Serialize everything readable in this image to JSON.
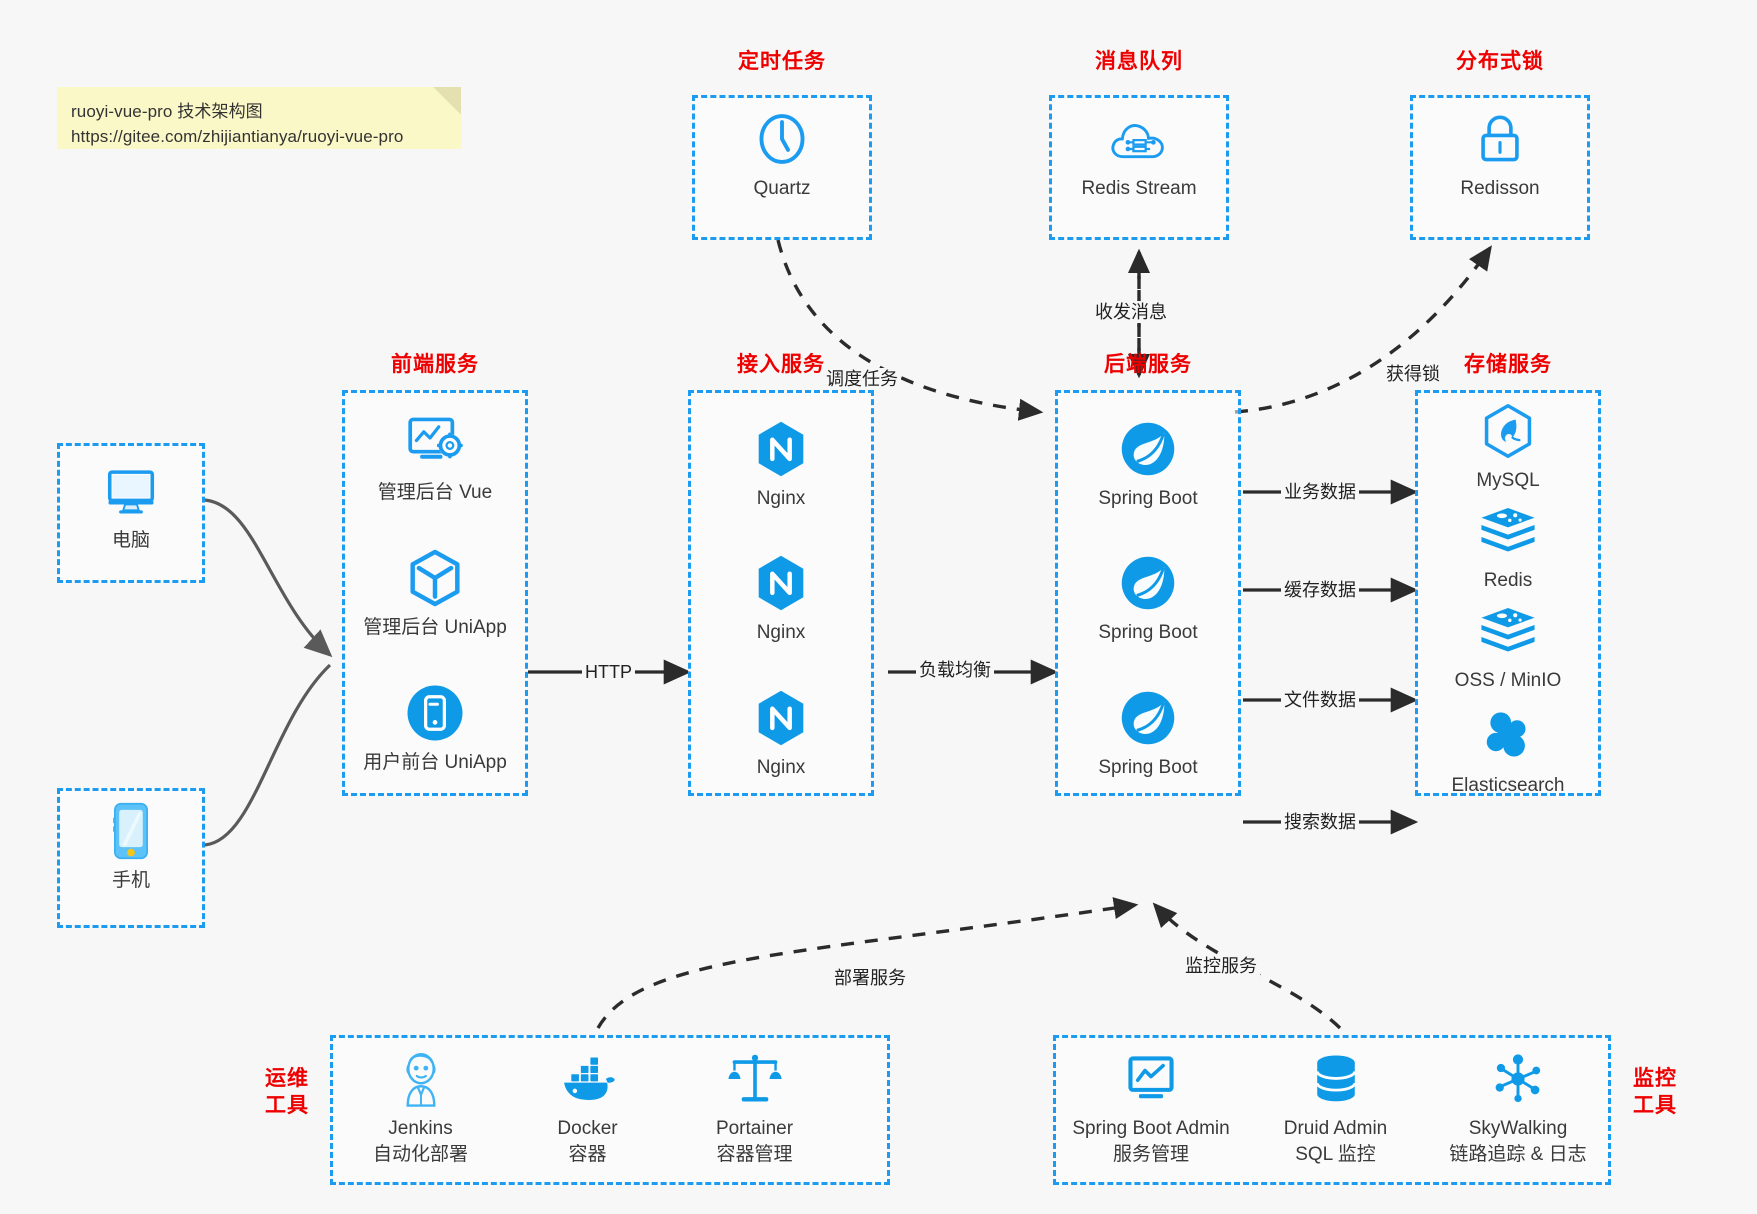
{
  "note": {
    "line1": "ruoyi-vue-pro 技术架构图",
    "line2": "https://gitee.com/zhijiantianya/ruoyi-vue-pro"
  },
  "colors": {
    "accent_blue": "#1b9cf0",
    "caption_red": "#ee0000",
    "background": "#f7f7f7",
    "note_yellow": "#fbf8c8",
    "text_dark": "#3a3a3a",
    "arrow_dark": "#2b2b2b",
    "curve_gray": "#585858"
  },
  "captions": {
    "scheduled_task": "定时任务",
    "message_queue": "消息队列",
    "distributed_lock": "分布式锁",
    "frontend_service": "前端服务",
    "gateway_service": "接入服务",
    "backend_service": "后端服务",
    "storage_service": "存储服务",
    "devops_tools": "运维\n工具",
    "devops_tools_l1": "运维",
    "devops_tools_l2": "工具",
    "monitor_tools_l1": "监控",
    "monitor_tools_l2": "工具"
  },
  "clients": [
    {
      "id": "pc",
      "label": "电脑",
      "icon": "monitor-icon"
    },
    {
      "id": "phone",
      "label": "手机",
      "icon": "smartphone-icon"
    }
  ],
  "top_groups": [
    {
      "id": "scheduled-task",
      "caption": "定时任务",
      "node": {
        "label": "Quartz",
        "icon": "clock-icon"
      }
    },
    {
      "id": "message-queue",
      "caption": "消息队列",
      "node": {
        "label": "Redis Stream",
        "icon": "cloud-stream-icon"
      }
    },
    {
      "id": "distributed-lock",
      "caption": "分布式锁",
      "node": {
        "label": "Redisson",
        "icon": "lock-icon"
      }
    }
  ],
  "frontend": {
    "caption": "前端服务",
    "nodes": [
      {
        "label": "管理后台 Vue",
        "icon": "dashboard-gear-icon"
      },
      {
        "label": "管理后台 UniApp",
        "icon": "cube-icon"
      },
      {
        "label": "用户前台 UniApp",
        "icon": "mobile-app-icon"
      }
    ]
  },
  "gateway": {
    "caption": "接入服务",
    "nodes": [
      {
        "label": "Nginx",
        "icon": "nginx-icon"
      },
      {
        "label": "Nginx",
        "icon": "nginx-icon"
      },
      {
        "label": "Nginx",
        "icon": "nginx-icon"
      }
    ]
  },
  "backend": {
    "caption": "后端服务",
    "nodes": [
      {
        "label": "Spring Boot",
        "icon": "spring-boot-icon"
      },
      {
        "label": "Spring Boot",
        "icon": "spring-boot-icon"
      },
      {
        "label": "Spring Boot",
        "icon": "spring-boot-icon"
      }
    ]
  },
  "storage": {
    "caption": "存储服务",
    "nodes": [
      {
        "label": "MySQL",
        "icon": "mysql-icon"
      },
      {
        "label": "Redis",
        "icon": "redis-icon"
      },
      {
        "label": "OSS / MinIO",
        "icon": "redis-icon"
      },
      {
        "label": "Elasticsearch",
        "icon": "elasticsearch-icon"
      }
    ]
  },
  "devops": {
    "caption_l1": "运维",
    "caption_l2": "工具",
    "nodes": [
      {
        "name": "Jenkins",
        "desc": "自动化部署",
        "icon": "jenkins-icon"
      },
      {
        "name": "Docker",
        "desc": "容器",
        "icon": "docker-icon"
      },
      {
        "name": "Portainer",
        "desc": "容器管理",
        "icon": "scales-icon"
      }
    ]
  },
  "monitoring": {
    "caption_l1": "监控",
    "caption_l2": "工具",
    "nodes": [
      {
        "name": "Spring Boot Admin",
        "desc": "服务管理",
        "icon": "monitor-chart-icon"
      },
      {
        "name": "Druid Admin",
        "desc": "SQL 监控",
        "icon": "database-icon"
      },
      {
        "name": "SkyWalking",
        "desc": "链路追踪 & 日志",
        "icon": "skywalking-icon"
      }
    ]
  },
  "edges": [
    {
      "id": "http",
      "label": "HTTP",
      "from": "frontend",
      "to": "gateway"
    },
    {
      "id": "load-balance",
      "label": "负载均衡",
      "from": "gateway",
      "to": "backend"
    },
    {
      "id": "schedule-task",
      "label": "调度任务",
      "from": "quartz",
      "to": "backend"
    },
    {
      "id": "send-receive-message",
      "label": "收发消息",
      "from": "backend",
      "to": "redis-stream"
    },
    {
      "id": "acquire-lock",
      "label": "获得锁",
      "from": "backend",
      "to": "redisson"
    },
    {
      "id": "business-data",
      "label": "业务数据",
      "from": "backend",
      "to": "mysql"
    },
    {
      "id": "cache-data",
      "label": "缓存数据",
      "from": "backend",
      "to": "redis"
    },
    {
      "id": "file-data",
      "label": "文件数据",
      "from": "backend",
      "to": "oss"
    },
    {
      "id": "search-data",
      "label": "搜索数据",
      "from": "backend",
      "to": "elasticsearch"
    },
    {
      "id": "deploy-service",
      "label": "部署服务",
      "from": "devops",
      "to": "backend"
    },
    {
      "id": "monitor-service",
      "label": "监控服务",
      "from": "monitoring",
      "to": "backend"
    }
  ]
}
